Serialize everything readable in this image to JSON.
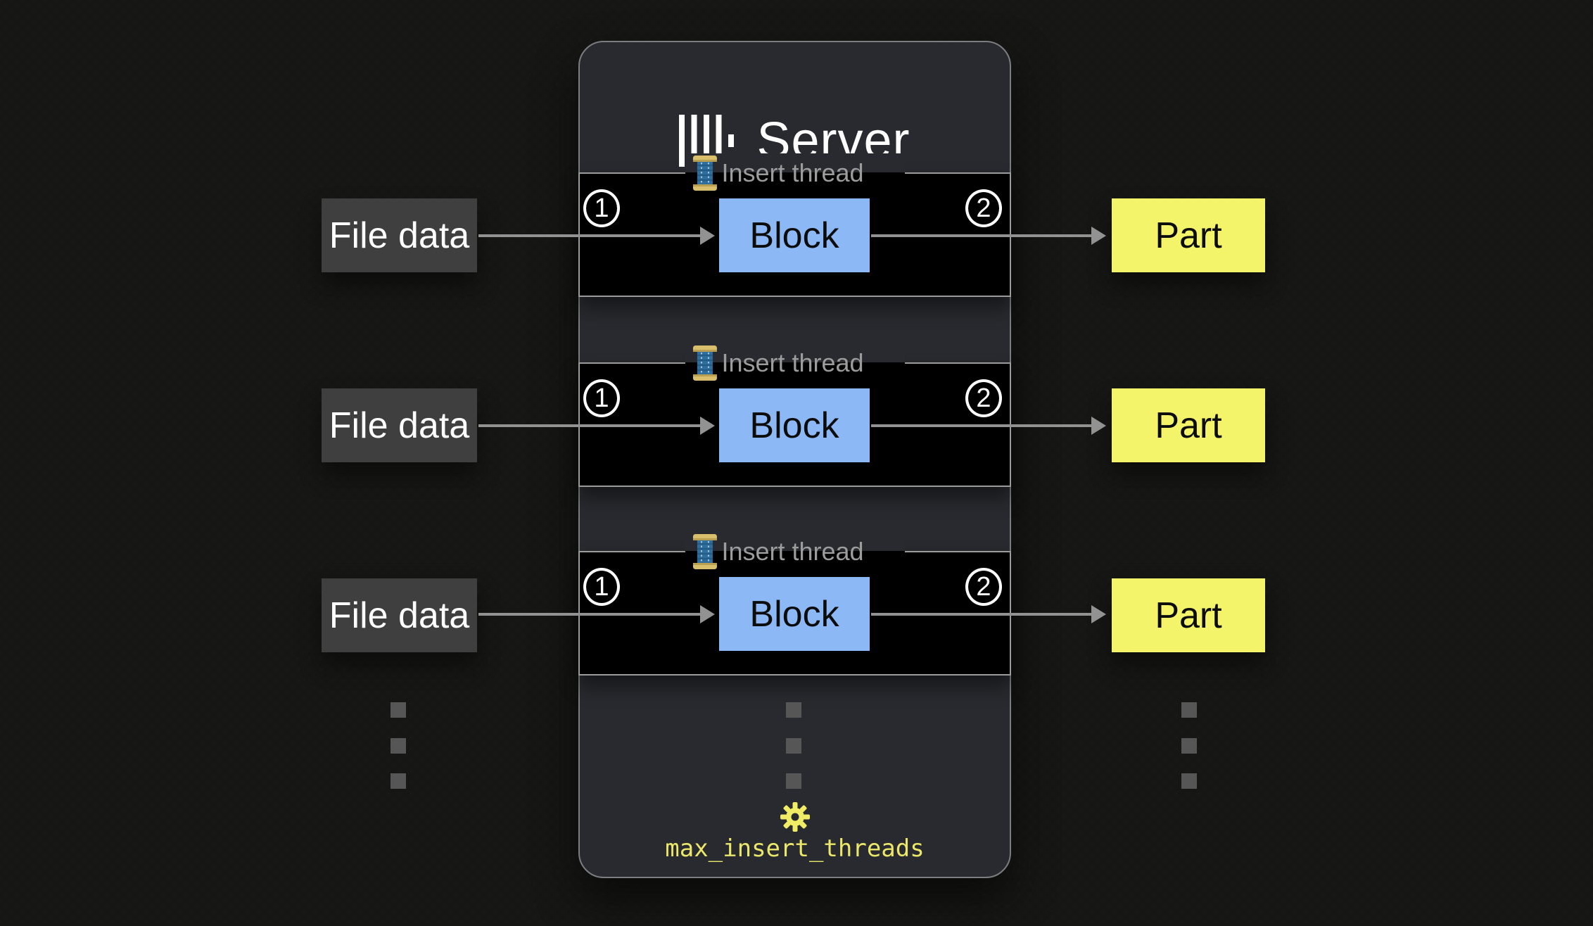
{
  "canvas": {
    "bg": "#161614"
  },
  "server": {
    "title": "Server",
    "logo": "clickhouse-logo",
    "setting_label": "max_insert_threads",
    "bg": "#292a2f",
    "border_color": "#7b7d81"
  },
  "rows": [
    {
      "source": "File data",
      "thread_label": "Insert thread",
      "step_in": "1",
      "block": "Block",
      "step_out": "2",
      "output": "Part"
    },
    {
      "source": "File data",
      "thread_label": "Insert thread",
      "step_in": "1",
      "block": "Block",
      "step_out": "2",
      "output": "Part"
    },
    {
      "source": "File data",
      "thread_label": "Insert thread",
      "step_in": "1",
      "block": "Block",
      "step_out": "2",
      "output": "Part"
    }
  ],
  "colors": {
    "canvas_bg": "#161614",
    "server_bg": "#292a2f",
    "server_border": "#7b7d81",
    "row_bg": "#000000",
    "row_border": "#9b9b9b",
    "legend_text": "#9c9c9c",
    "block_fill": "#8cb9f6",
    "part_fill": "#f4f46a",
    "source_fill": "#3f3f3f",
    "arrow": "#929292",
    "dot": "#565656",
    "setting_text": "#ebe76a",
    "title_text": "#ffffff"
  },
  "icons": {
    "logo": "clickhouse-logo",
    "thread": "thread-spool",
    "gear": "gear",
    "ellipsis": "ellipsis-dots"
  }
}
